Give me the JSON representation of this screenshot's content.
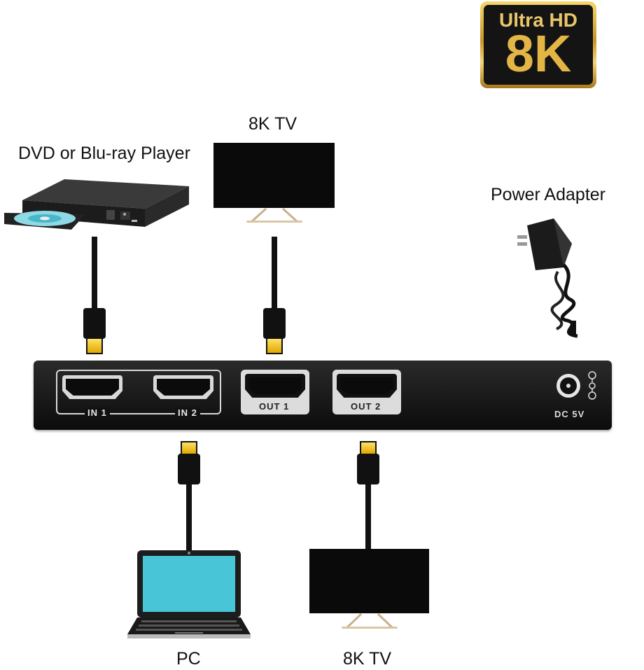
{
  "badge": {
    "line1": "Ultra HD",
    "line2": "8K"
  },
  "devices": {
    "player": "DVD or Blu-ray Player",
    "tv_top": "8K TV",
    "power": "Power Adapter",
    "pc": "PC",
    "tv_bottom": "8K TV"
  },
  "switch": {
    "in1": "IN 1",
    "in2": "IN 2",
    "out1": "OUT 1",
    "out2": "OUT 2",
    "dc": "DC 5V"
  }
}
